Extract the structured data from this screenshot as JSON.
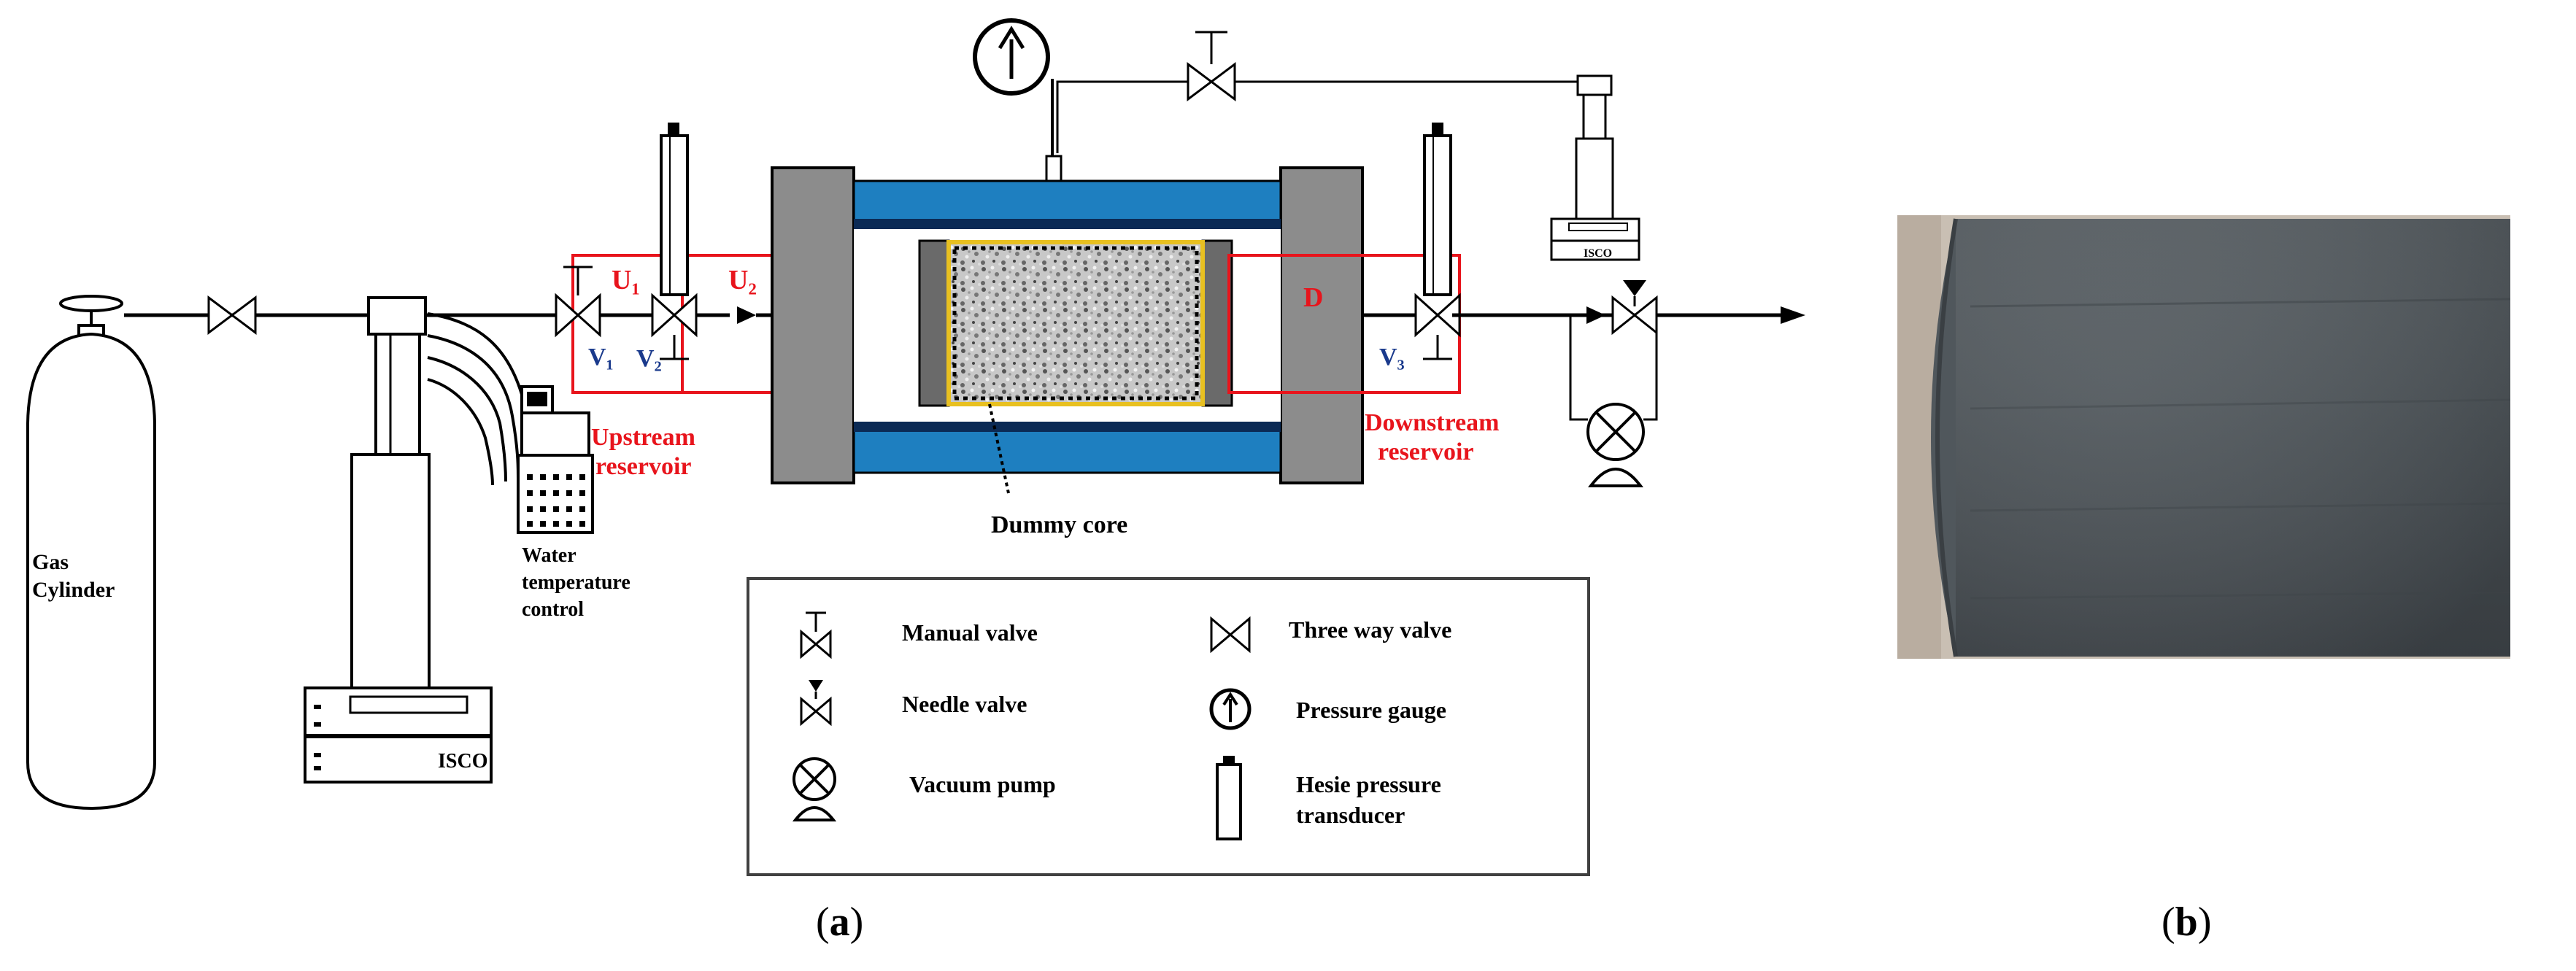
{
  "labels": {
    "gas_cylinder_1": "Gas",
    "gas_cylinder_2": "Cylinder",
    "isco_left": "ISCO",
    "isco_small": "ISCO",
    "water_1": "Water",
    "water_2": "temperature",
    "water_3": "control",
    "u1": "U₁",
    "u2": "U₂",
    "d": "D",
    "v1": "V₁",
    "v2": "V₂",
    "v3": "V₃",
    "upstream_1": "Upstream",
    "upstream_2": "reservoir",
    "downstream_1": "Downstream",
    "downstream_2": "reservoir",
    "dummy_core": "Dummy core",
    "panel_a_open": "(",
    "panel_a_letter": "a",
    "panel_a_close": ")",
    "panel_b_open": "(",
    "panel_b_letter": "b",
    "panel_b_close": ")"
  },
  "legend": {
    "manual_valve": "Manual valve",
    "needle_valve": "Needle valve",
    "vacuum_pump": "Vacuum pump",
    "three_way_valve": "Three way valve",
    "pressure_gauge": "Pressure gauge",
    "transducer_1": "Hesie pressure",
    "transducer_2": "transducer"
  },
  "colors": {
    "reservoir_outline": "#e8141c",
    "label_red": "#e8141c",
    "label_blue": "#1a3a8c",
    "sleeve_blue": "#1e7fc0",
    "end_cap_gray": "#8c8c8c",
    "core_yellow": "#e8c020",
    "core_photo": "#4d5358"
  }
}
